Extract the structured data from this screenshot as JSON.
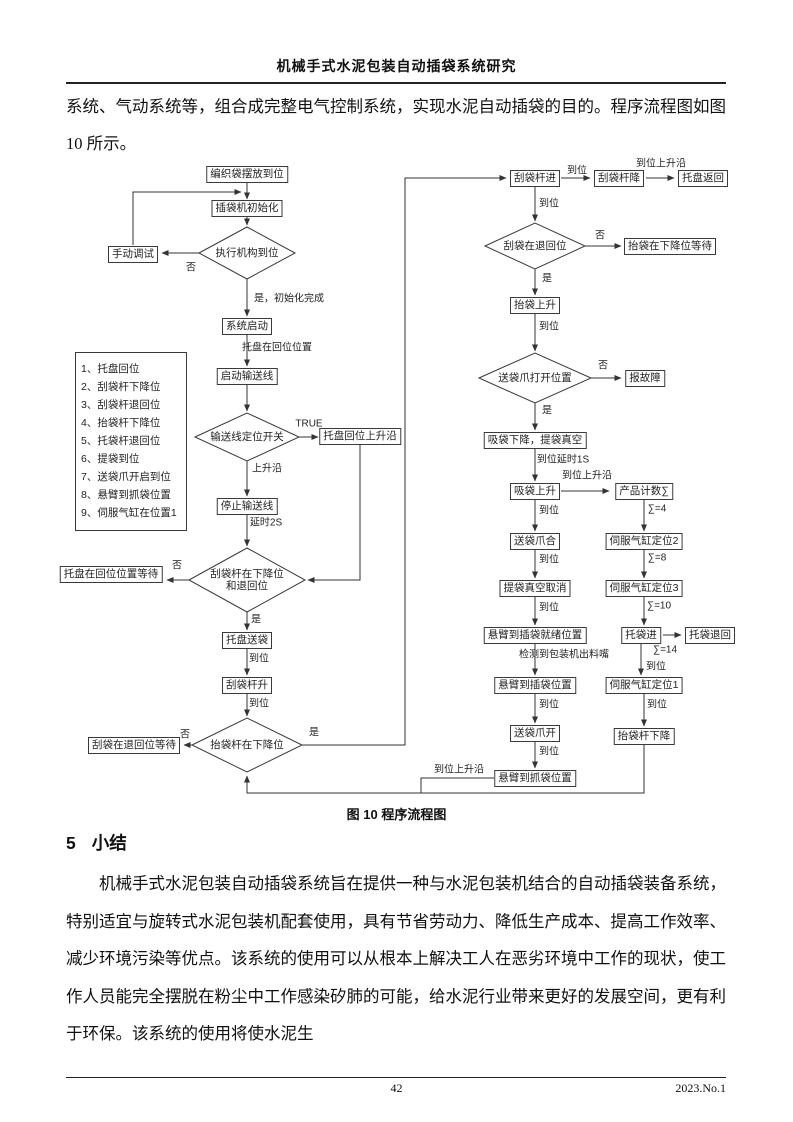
{
  "header": {
    "title": "机械手式水泥包装自动插袋系统研究"
  },
  "intro": "系统、气动系统等，组合成完整电气控制系统，实现水泥自动插袋的目的。程序流程图如图 10 所示。",
  "flowchart": {
    "caption": "图 10 程序流程图",
    "legend": [
      "1、托盘回位",
      "2、刮袋杆下降位",
      "3、刮袋杆退回位",
      "4、抬袋杆下降位",
      "5、托袋杆退回位",
      "6、提袋到位",
      "7、送袋爪开启到位",
      "8、悬臂到抓袋位置",
      "9、伺服气缸在位置1"
    ],
    "nodes": {
      "b1": "编织袋摆放到位",
      "b2": "插袋机初始化",
      "d1": "执行机构到位",
      "manual": "手动调试",
      "b3": "系统启动",
      "b4": "启动输送线",
      "d2": "输送线定位开关",
      "b5": "托盘回位上升沿",
      "b6": "停止输送线",
      "d3_line1": "刮袋杆在下降位",
      "d3_line2": "和退回位",
      "b7": "托盘在回位位置等待",
      "b8": "托盘送袋",
      "b9": "刮袋杆升",
      "d4": "抬袋杆在下降位",
      "b10": "刮袋在退回位等待",
      "r1": "刮袋杆进",
      "r2": "刮袋杆降",
      "r3": "托盘返回",
      "rd1": "刮袋在退回位",
      "r4": "抬袋在下降位等待",
      "r5": "抬袋上升",
      "rd2": "送袋爪打开位置",
      "r6": "报故障",
      "r7": "吸袋下降，提袋真空",
      "r8": "吸袋上升",
      "r9": "产品计数∑",
      "r10": "送袋爪合",
      "r11": "提袋真空取消",
      "r12": "悬臂到插袋就绪位置",
      "r13": "悬臂到插袋位置",
      "r14": "送袋爪开",
      "r15": "悬臂到抓袋位置",
      "f1": "伺服气缸定位2",
      "f2": "伺服气缸定位3",
      "f3": "托袋进",
      "f4": "托袋退回",
      "f5": "伺服气缸定位1",
      "f6": "抬袋杆下降"
    },
    "labels": {
      "yes": "是",
      "no": "否",
      "arrive": "到位",
      "yes_init": "是，初始化完成",
      "tray_home": "托盘在回位位置",
      "true_val": "TRUE",
      "rising_edge": "上升沿",
      "delay_2s": "延时2S",
      "arrive_rising": "到位上升沿",
      "arrive_delay_1s": "到位延时1S",
      "detect_nozzle": "检测到包装机出料嘴",
      "sum4": "∑=4",
      "sum8": "∑=8",
      "sum10": "∑=10",
      "sum14": "∑=14"
    }
  },
  "section": {
    "number": "5",
    "title": "小结"
  },
  "body_paragraph": "机械手式水泥包装自动插袋系统旨在提供一种与水泥包装机结合的自动插袋装备系统，特别适宜与旋转式水泥包装机配套使用，具有节省劳动力、降低生产成本、提高工作效率、减少环境污染等优点。该系统的使用可以从根本上解决工人在恶劣环境中工作的现状，使工作人员能完全摆脱在粉尘中工作感染矽肺的可能，给水泥行业带来更好的发展空间，更有利于环保。该系统的使用将使水泥生",
  "footer": {
    "page_number": "42",
    "issue": "2023.No.1"
  }
}
